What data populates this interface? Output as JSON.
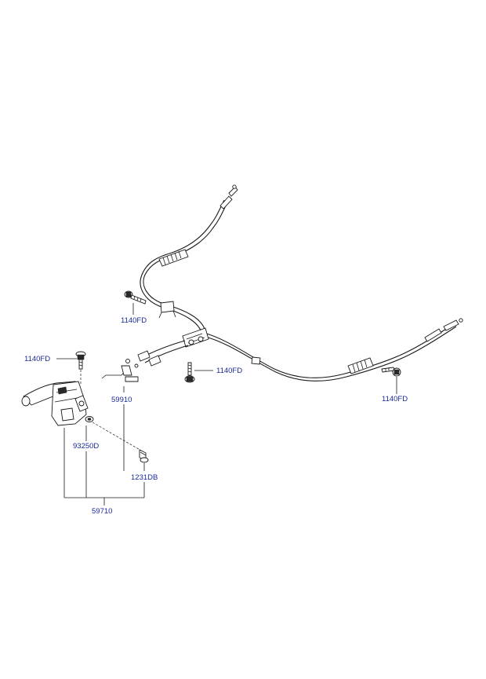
{
  "diagram": {
    "labels": {
      "fd_bolt_upper_left": "1140FD",
      "fd_bolt_lever": "1140FD",
      "fd_bolt_center": "1140FD",
      "fd_bolt_right": "1140FD",
      "front_cable": "59910",
      "lever_nut": "93250D",
      "lever_bolt": "1231DB",
      "lever_assembly": "59710"
    }
  }
}
